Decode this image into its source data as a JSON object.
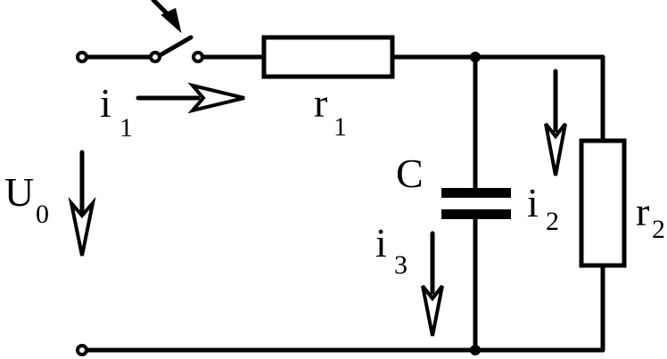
{
  "labels": {
    "current_source": {
      "main": "i",
      "sub": "1"
    },
    "voltage": {
      "main": "U",
      "sub": "0"
    },
    "resistor_series": {
      "main": "r",
      "sub": "1"
    },
    "capacitor": {
      "main": "C"
    },
    "current_resistor": {
      "main": "i",
      "sub": "2"
    },
    "current_capacitor": {
      "main": "i",
      "sub": "3"
    },
    "resistor_parallel": {
      "main": "r",
      "sub": "2"
    }
  }
}
